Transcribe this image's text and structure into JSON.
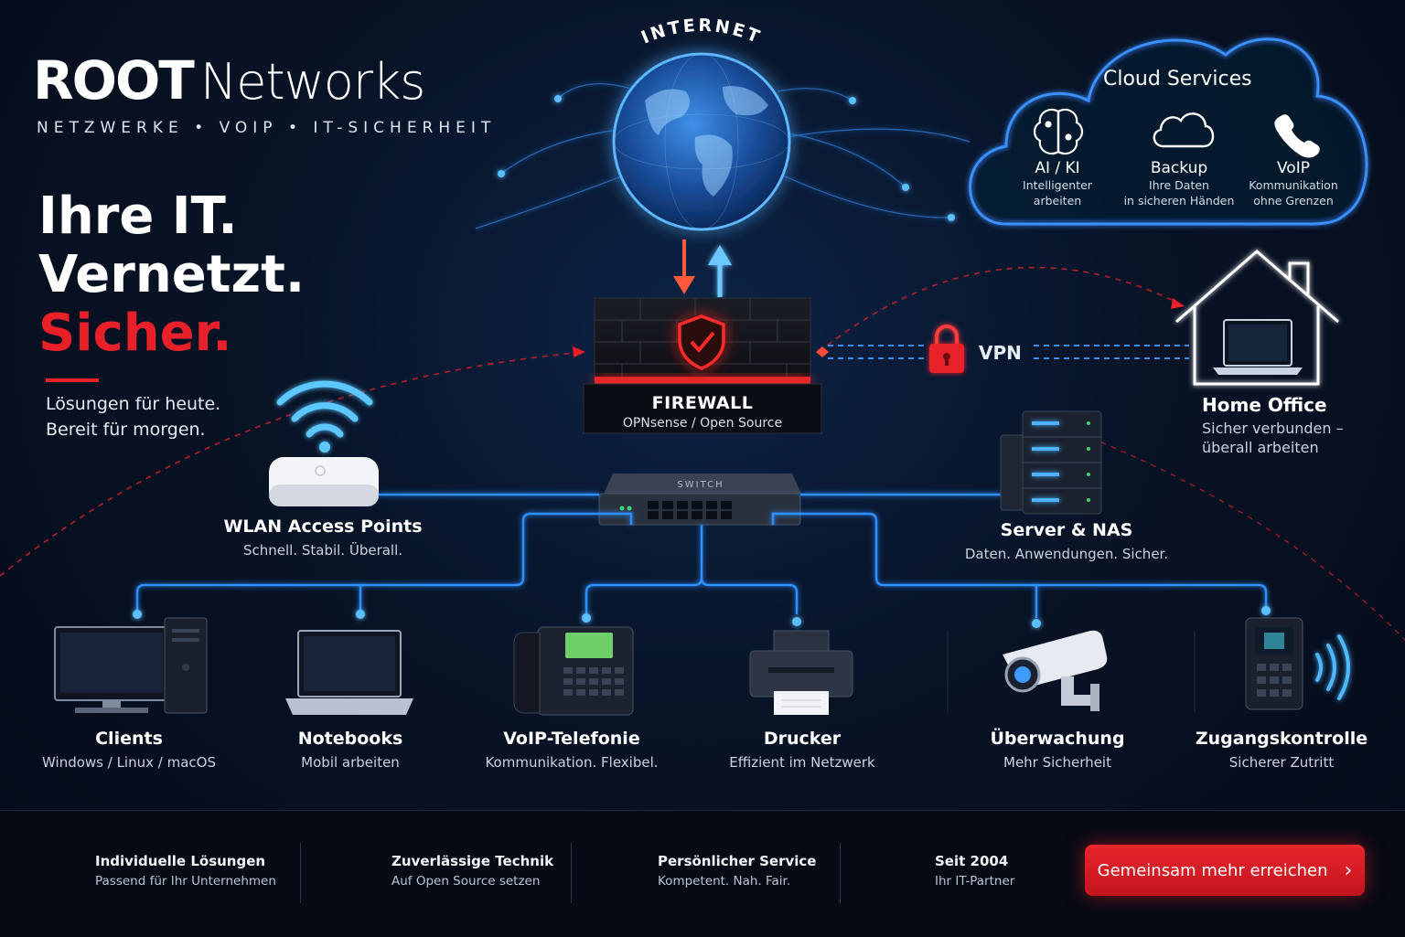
{
  "brand": {
    "root": "ROOT",
    "networks": "Networks",
    "tagline": "NETZWERKE  •  VOIP  •  IT-SICHERHEIT"
  },
  "hero": {
    "line1": "Ihre IT.",
    "line2": "Vernetzt.",
    "line3": "Sicher.",
    "sub1": "Lösungen für heute.",
    "sub2": "Bereit für morgen."
  },
  "internet": {
    "label": "INTERNET"
  },
  "cloud": {
    "title": "Cloud Services",
    "items": [
      {
        "label": "AI / KI",
        "sub1": "Intelligenter",
        "sub2": "arbeiten",
        "icon": "brain-icon"
      },
      {
        "label": "Backup",
        "sub1": "Ihre Daten",
        "sub2": "in sicheren Händen",
        "icon": "cloud-icon"
      },
      {
        "label": "VoIP",
        "sub1": "Kommunikation",
        "sub2": "ohne Grenzen",
        "icon": "phone-icon"
      }
    ]
  },
  "firewall": {
    "title": "FIREWALL",
    "sub": "OPNsense / Open Source"
  },
  "vpn": {
    "label": "VPN"
  },
  "switch": {
    "label": "SWITCH"
  },
  "home_office": {
    "title": "Home Office",
    "sub1": "Sicher verbunden –",
    "sub2": "überall arbeiten"
  },
  "wlan": {
    "title": "WLAN Access Points",
    "sub": "Schnell. Stabil. Überall."
  },
  "server": {
    "title": "Server & NAS",
    "sub": "Daten. Anwendungen. Sicher."
  },
  "devices": [
    {
      "title": "Clients",
      "sub": "Windows / Linux / macOS"
    },
    {
      "title": "Notebooks",
      "sub": "Mobil arbeiten"
    },
    {
      "title": "VoIP-Telefonie",
      "sub": "Kommunikation. Flexibel."
    },
    {
      "title": "Drucker",
      "sub": "Effizient im Netzwerk"
    },
    {
      "title": "Überwachung",
      "sub": "Mehr Sicherheit"
    },
    {
      "title": "Zugangskontrolle",
      "sub": "Sicherer Zutritt"
    }
  ],
  "footer": {
    "items": [
      {
        "title": "Individuelle Lösungen",
        "sub": "Passend für Ihr Unternehmen",
        "icon": "gear-icon"
      },
      {
        "title": "Zuverlässige Technik",
        "sub": "Auf Open Source setzen",
        "icon": "bar-chart-icon"
      },
      {
        "title": "Persönlicher Service",
        "sub": "Kompetent. Nah. Fair.",
        "icon": "shield-check-icon"
      },
      {
        "title": "Seit 2004",
        "sub": "Ihr IT-Partner",
        "icon": "team-icon"
      }
    ],
    "cta": "Gemeinsam mehr erreichen"
  },
  "colors": {
    "accent_red": "#e8202a",
    "accent_blue": "#35a8ff",
    "background": "#081326"
  }
}
